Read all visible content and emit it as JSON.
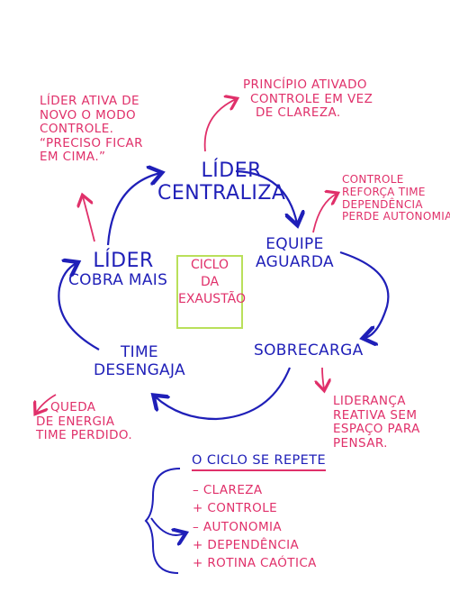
{
  "nodes": {
    "leader_centralizes": [
      "LÍDER",
      "CENTRALIZA"
    ],
    "team_waits": [
      "EQUIPE",
      "AGUARDA"
    ],
    "overload": "SOBRECARGA",
    "team_disengages": [
      "TIME",
      "DESENGAJA"
    ],
    "leader_demands": [
      "LÍDER",
      "COBRA MAIS"
    ]
  },
  "center": [
    "CICLO",
    "DA",
    "EXAUSTÃO"
  ],
  "notes": {
    "top_left": [
      "LÍDER ATIVA DE",
      "NOVO O MODO",
      "CONTROLE.",
      "“PRECISO FICAR",
      "EM CIMA.”"
    ],
    "top_right": [
      "PRINCÍPIO ATIVADO",
      "CONTROLE EM VEZ",
      "DE CLAREZA."
    ],
    "right_upper": [
      "CONTROLE",
      "REFORÇA TIME",
      "DEPENDÊNCIA",
      "PERDE AUTONOMIA"
    ],
    "right_lower": [
      "LIDERANÇA",
      "REATIVA SEM",
      "ESPAÇO PARA",
      "PENSAR."
    ],
    "bottom_left": [
      "QUEDA",
      "DE ENERGIA",
      "TIME PERDIDO."
    ]
  },
  "repeat": {
    "title": "O CICLO SE REPETE",
    "items": [
      "– CLAREZA",
      "+ CONTROLE",
      "– AUTONOMIA",
      "+ DEPENDÊNCIA",
      "+ ROTINA CAÓTICA"
    ]
  },
  "colors": {
    "blue": "#1f1fb8",
    "pink": "#e0306a",
    "green": "#b9e05a"
  }
}
